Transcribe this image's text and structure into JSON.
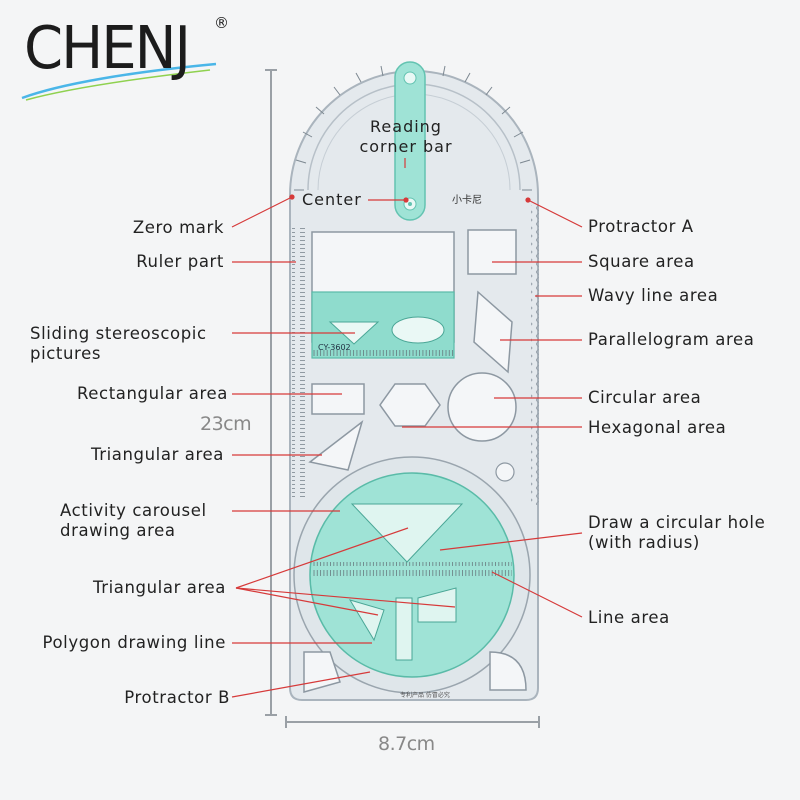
{
  "brand": {
    "name": "CHENJ",
    "registered": "®"
  },
  "product": {
    "model": "CY-3602",
    "stamp": "小卡尼",
    "footer_text": "专利产品  仿冒必究"
  },
  "dimensions": {
    "height": "23cm",
    "width": "8.7cm"
  },
  "inner_labels": {
    "reading_bar": "Reading\ncorner bar",
    "center": "Center"
  },
  "left_labels": [
    "Zero mark",
    "Ruler part",
    "Sliding stereoscopic\npictures",
    "Rectangular area",
    "Triangular area",
    "Activity carousel\ndrawing area",
    "Triangular area",
    "Polygon drawing line",
    "Protractor B"
  ],
  "right_labels": [
    "Protractor A",
    "Square area",
    "Wavy line area",
    "Parallelogram area",
    "Circular area",
    "Hexagonal area",
    "Draw a circular hole\n(with radius)",
    "Line area"
  ],
  "colors": {
    "accent_teal": "#7fd9c9",
    "pointer_red": "#d63a3a",
    "ruler_edge": "#a9b3bd",
    "ruler_fill": "#e6ebef"
  }
}
